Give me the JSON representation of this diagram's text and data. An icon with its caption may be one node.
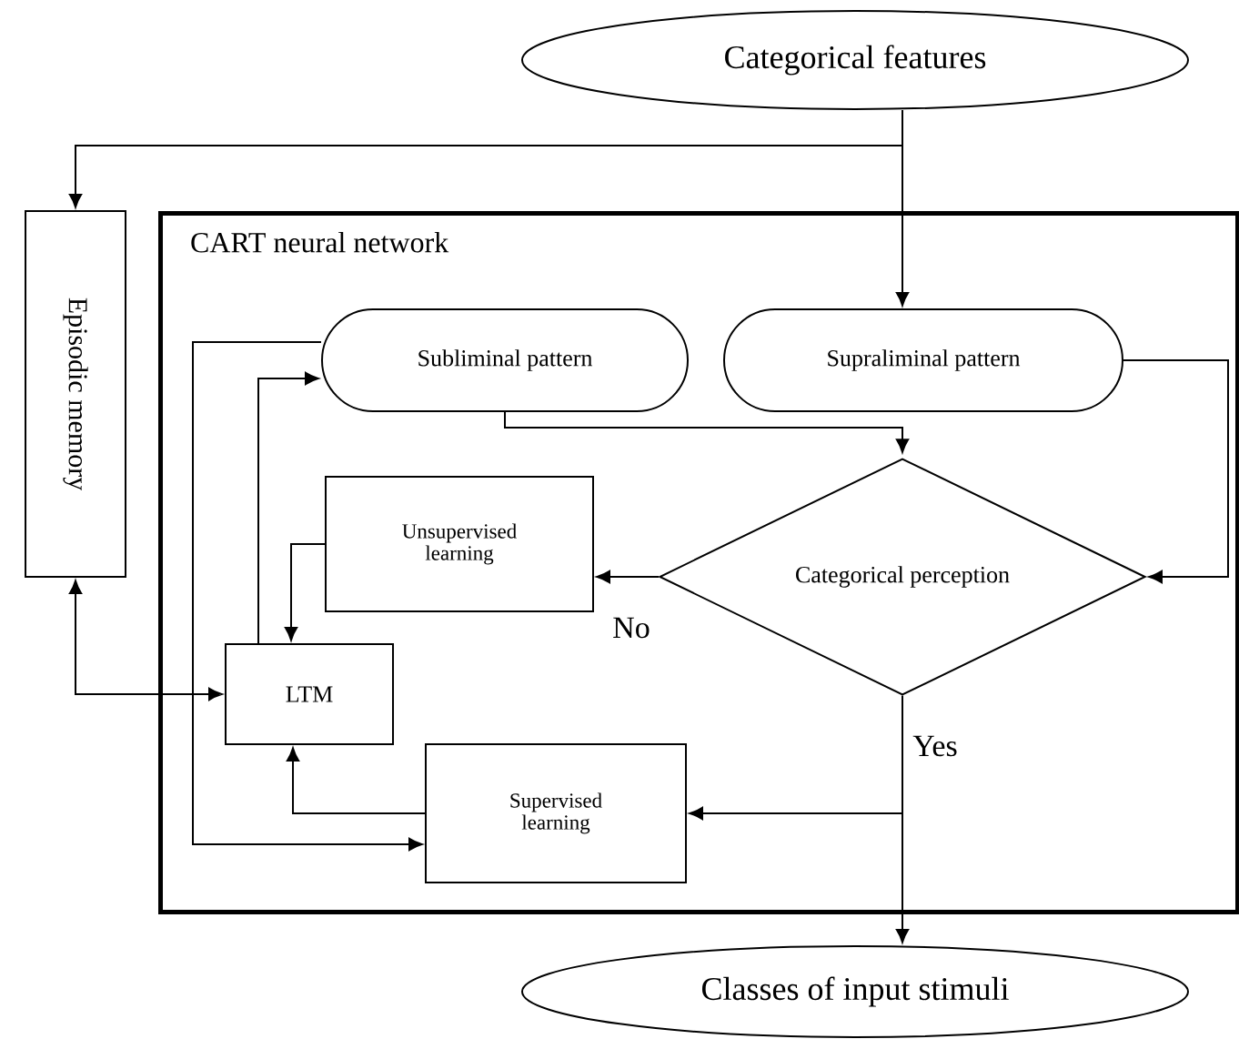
{
  "diagram": {
    "nodes": [
      {
        "text": [
          "Categorical features"
        ]
      },
      {
        "text": [
          "Episodic memory"
        ]
      },
      {
        "text": [
          "CART neural network"
        ]
      },
      {
        "text": [
          "Subliminal pattern"
        ],
        "in": 2
      },
      {
        "text": [
          "Supraliminal pattern"
        ],
        "in": 2
      },
      {
        "text": [
          "Categorical perception"
        ],
        "in": 2
      },
      {
        "text": [
          "Unsupervised learning"
        ],
        "in": 2
      },
      {
        "text": [
          "LTM"
        ],
        "in": 2
      },
      {
        "text": [
          "Supervised learning"
        ],
        "in": 2
      },
      {
        "text": [
          "Classes of input stimuli"
        ]
      }
    ],
    "edges": [
      {
        "from": 0,
        "to": 1,
        "arrow": "to"
      },
      {
        "from": 0,
        "to": 4,
        "arrow": "to"
      },
      {
        "from": 4,
        "to": 5,
        "arrow": "to"
      },
      {
        "from": 3,
        "to": 5,
        "arrow": "to"
      },
      {
        "from": 5,
        "to": 6,
        "arrow": "to",
        "label": "No"
      },
      {
        "from": 6,
        "to": 7,
        "arrow": "to"
      },
      {
        "from": 1,
        "to": 7,
        "arrow": "both"
      },
      {
        "from": 7,
        "to": 3,
        "arrow": "to"
      },
      {
        "from": 3,
        "to": 8,
        "arrow": "to"
      },
      {
        "from": 5,
        "to": 8,
        "arrow": "to"
      },
      {
        "from": 8,
        "to": 7,
        "arrow": "to"
      },
      {
        "from": 5,
        "to": 9,
        "arrow": "to",
        "label": "Yes"
      }
    ]
  }
}
